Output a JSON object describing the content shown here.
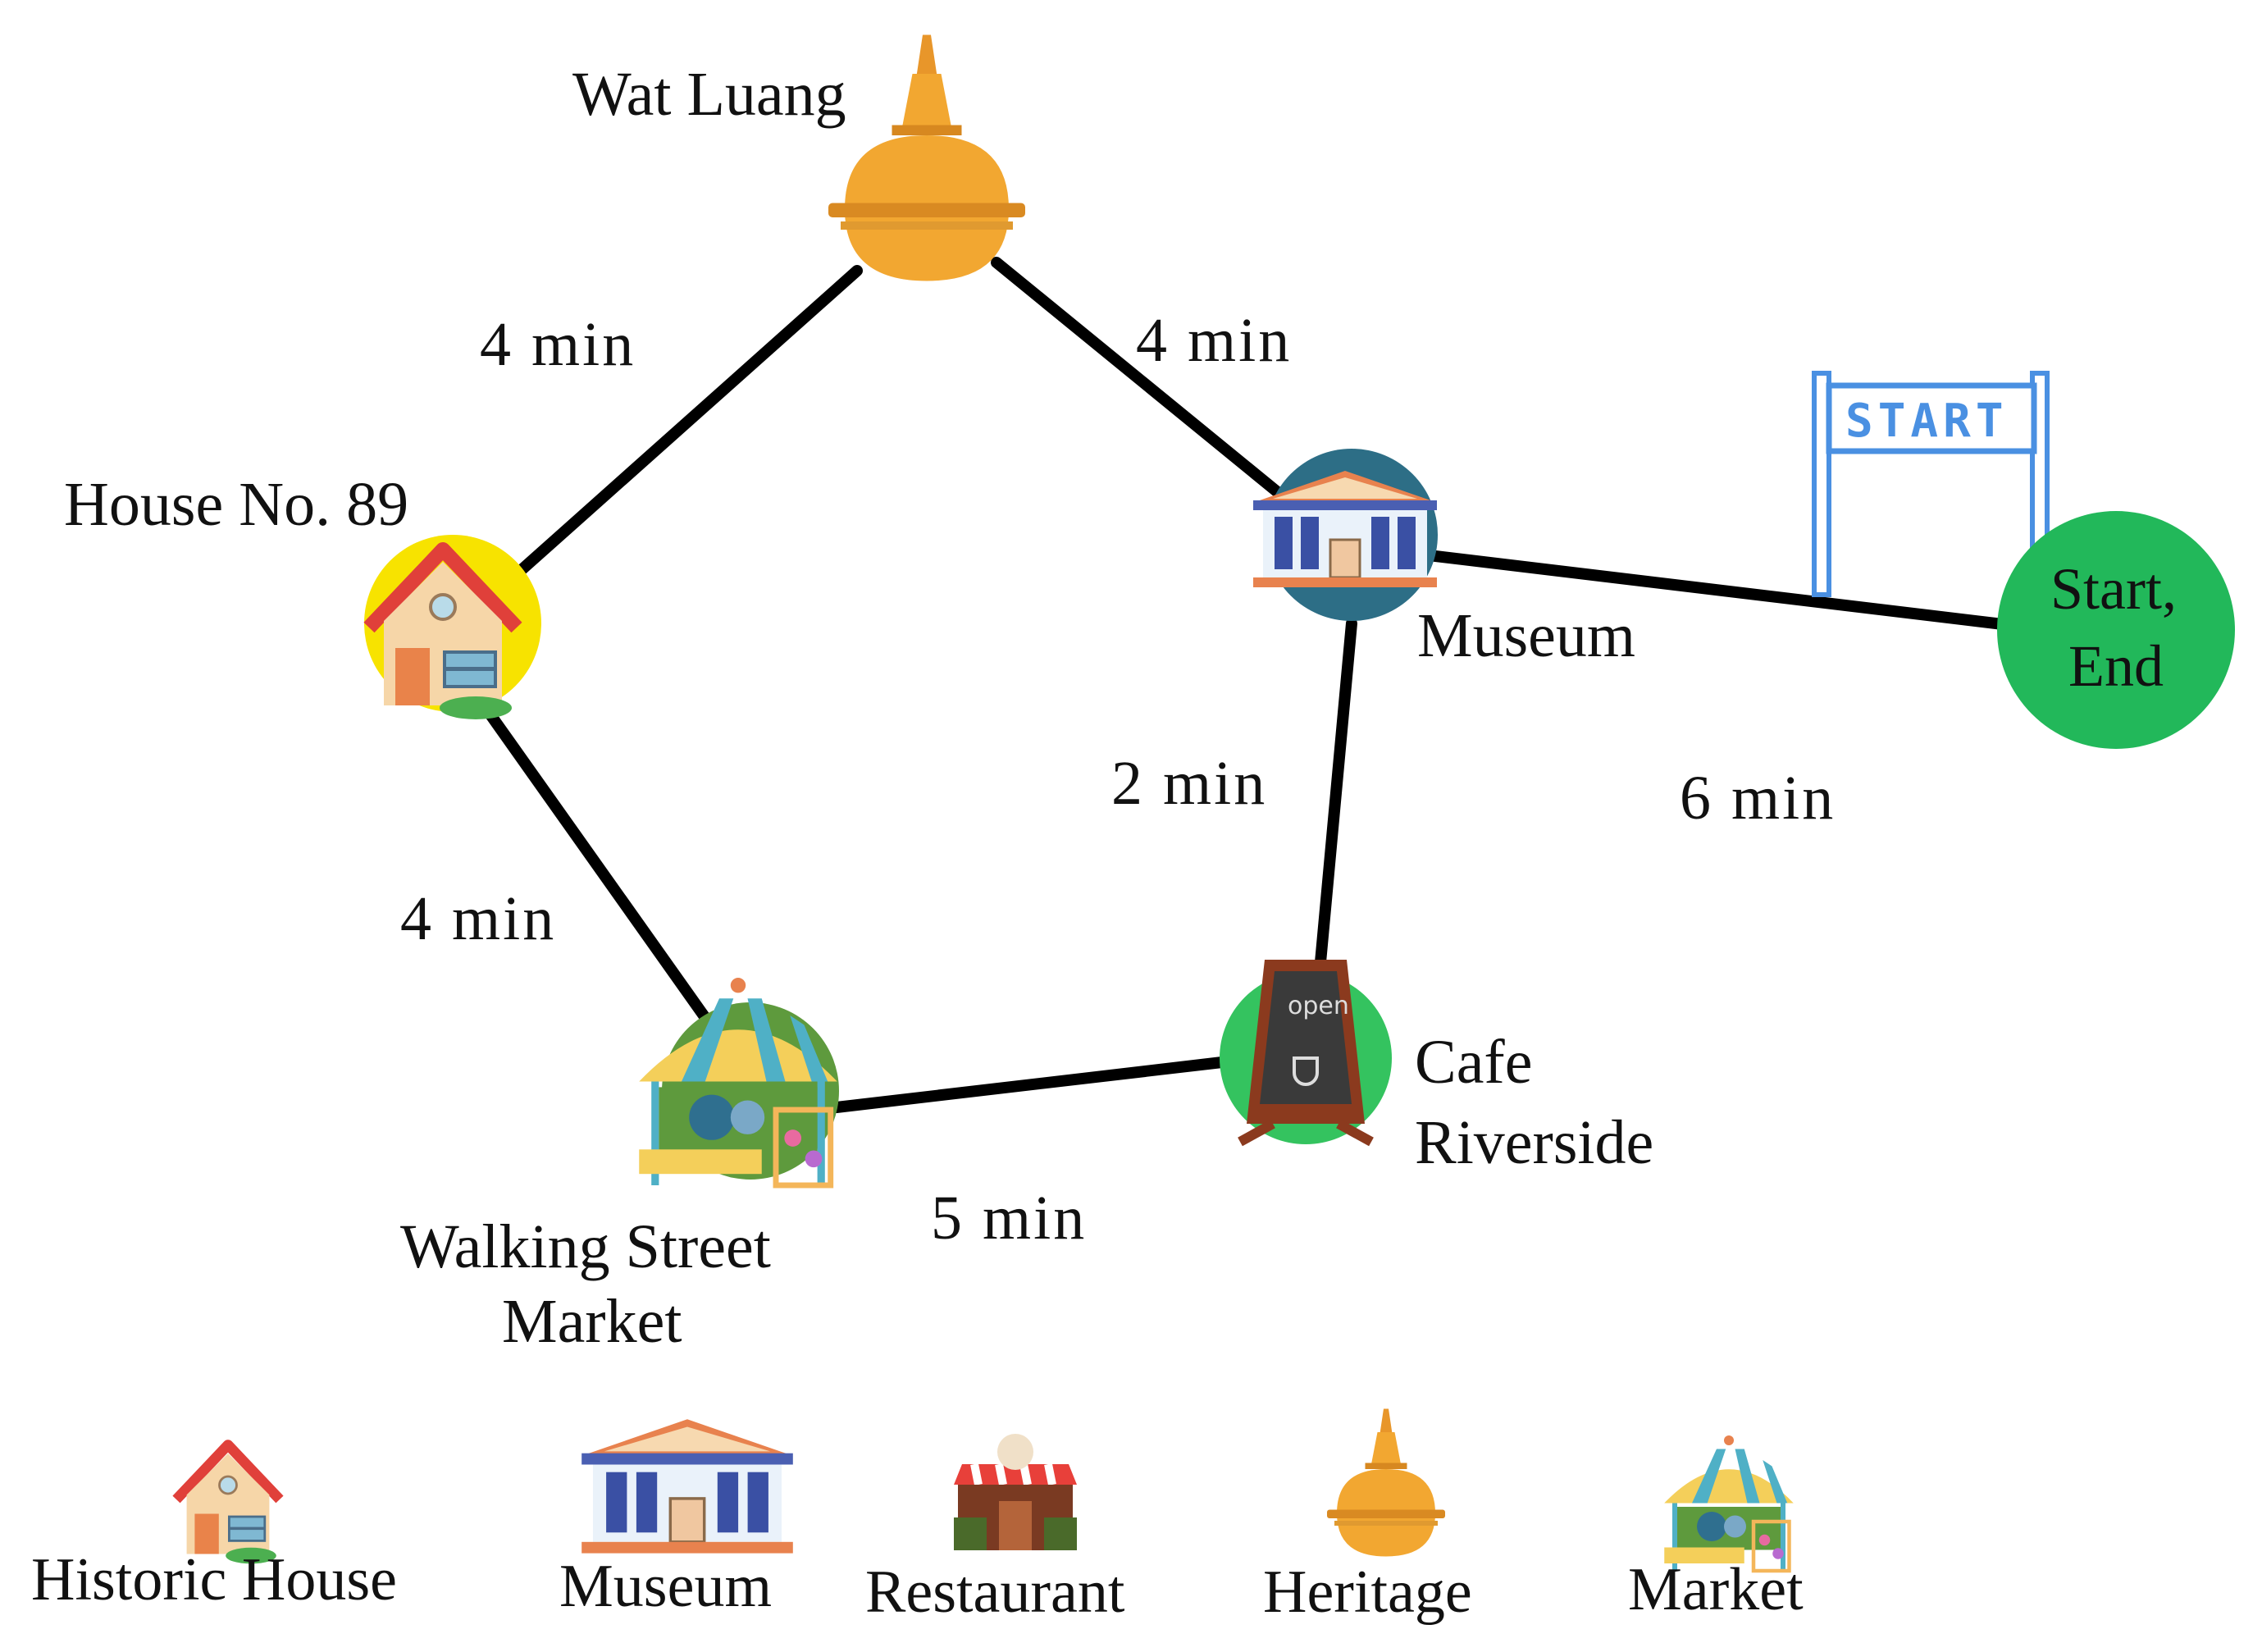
{
  "nodes": {
    "wat_luang": {
      "label": "Wat Luang",
      "type": "Heritage"
    },
    "house": {
      "label": "House No. 89",
      "type": "Historic House"
    },
    "museum": {
      "label": "Museum",
      "type": "Museum"
    },
    "start": {
      "line1": "Start,",
      "line2": "End"
    },
    "cafe": {
      "line1": "Cafe",
      "line2": "Riverside"
    },
    "market": {
      "line1": "Walking Street",
      "line2": "Market",
      "type": "Market"
    }
  },
  "edges": [
    {
      "from": "house",
      "to": "wat_luang",
      "label": "4 min"
    },
    {
      "from": "wat_luang",
      "to": "museum",
      "label": "4 min"
    },
    {
      "from": "museum",
      "to": "start",
      "label": "6 min"
    },
    {
      "from": "museum",
      "to": "cafe",
      "label": "2 min"
    },
    {
      "from": "house",
      "to": "market",
      "label": "4 min"
    },
    {
      "from": "market",
      "to": "cafe",
      "label": "5 min"
    }
  ],
  "start_sign": {
    "text": "START"
  },
  "legend": [
    {
      "label": "Historic House",
      "icon": "house-icon"
    },
    {
      "label": "Museum",
      "icon": "museum-icon"
    },
    {
      "label": "Restaurant",
      "icon": "restaurant-icon"
    },
    {
      "label": "Heritage",
      "icon": "stupa-icon"
    },
    {
      "label": "Market",
      "icon": "market-stall-icon"
    }
  ],
  "colors": {
    "edge": "#000000",
    "start_node": "#22b85a",
    "heritage": "#f2a731",
    "house_bg": "#f7e300",
    "museum_bg": "#2d6e86",
    "cafe_bg": "#34c35f",
    "market_bg": "#5e9a3d",
    "start_sign": "#4a90e2"
  }
}
